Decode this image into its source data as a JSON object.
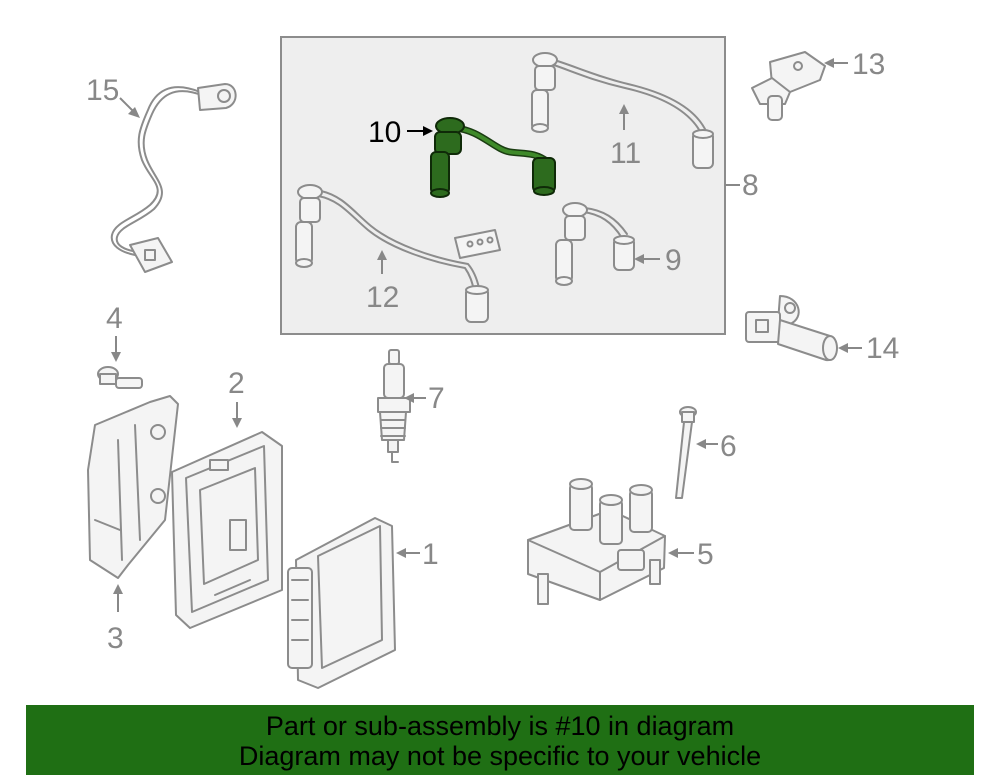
{
  "diagram": {
    "callouts": {
      "c1": "1",
      "c2": "2",
      "c3": "3",
      "c4": "4",
      "c5": "5",
      "c6": "6",
      "c7": "7",
      "c8": "8",
      "c9": "9",
      "c10": "10",
      "c11": "11",
      "c12": "12",
      "c13": "13",
      "c14": "14",
      "c15": "15"
    },
    "highlight_part": "10",
    "highlight_color": "#2d6b1e",
    "line_color": "#8c8c8c"
  },
  "banner": {
    "line1": "Part or sub-assembly is #10 in diagram",
    "line2": "Diagram may not be specific to your vehicle",
    "color": "#1f6f14"
  }
}
